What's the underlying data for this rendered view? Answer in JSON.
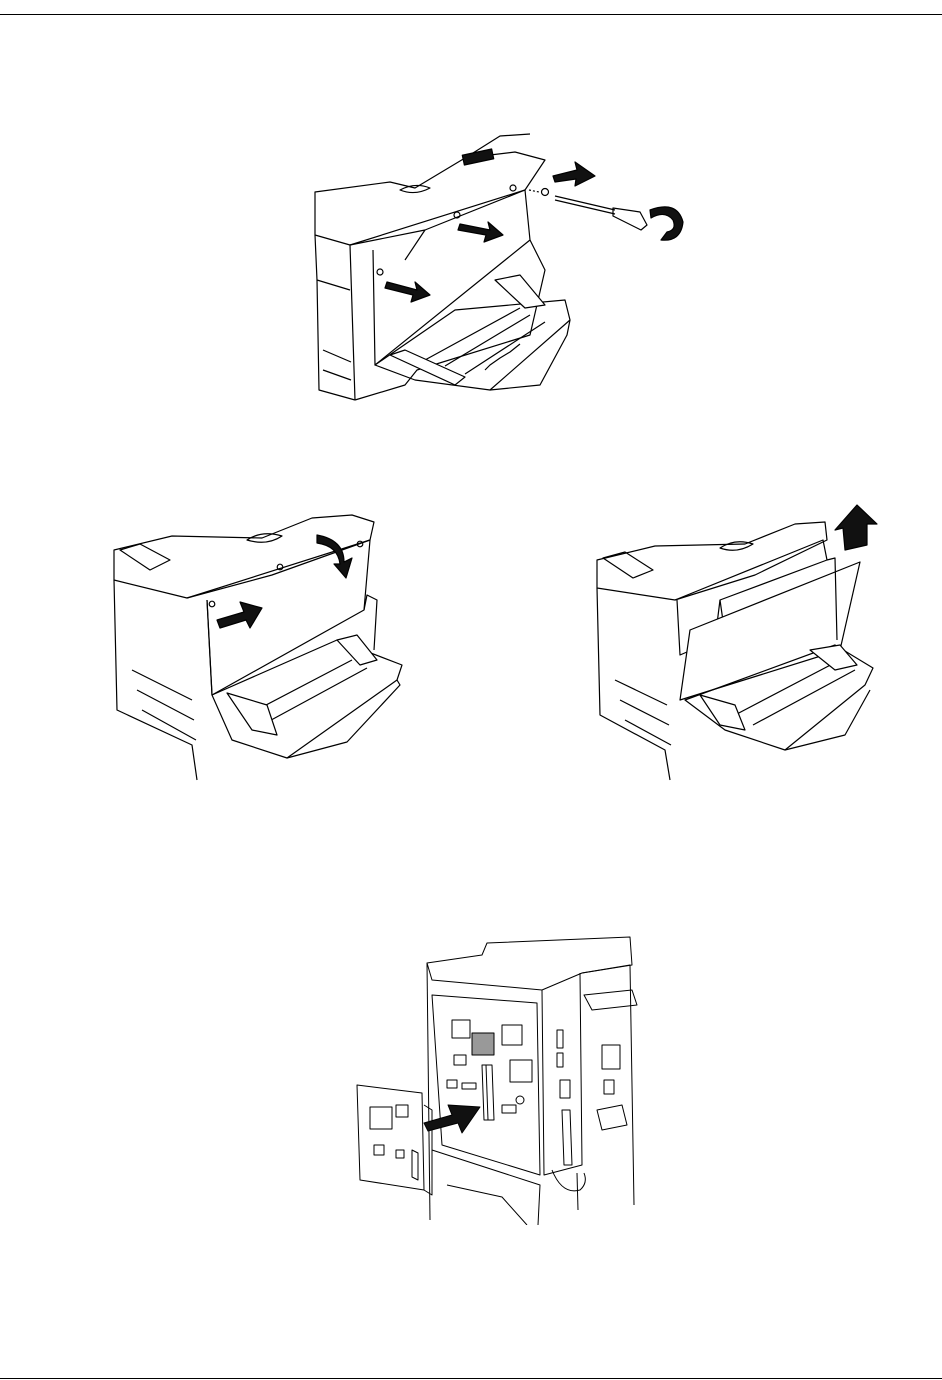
{
  "page": {
    "figures": [
      {
        "id": "remove-screws",
        "icons": [
          "printer-front-icon",
          "screwdriver-icon",
          "screw-icon",
          "arrow-right-icon",
          "rotate-icon"
        ]
      },
      {
        "id": "slide-cover",
        "icons": [
          "printer-front-icon",
          "arrow-right-icon",
          "arrow-curve-down-icon"
        ]
      },
      {
        "id": "lift-cover",
        "icons": [
          "printer-front-icon",
          "arrow-up-icon"
        ]
      },
      {
        "id": "insert-board",
        "icons": [
          "controller-board-icon",
          "arrow-right-icon"
        ]
      }
    ]
  }
}
